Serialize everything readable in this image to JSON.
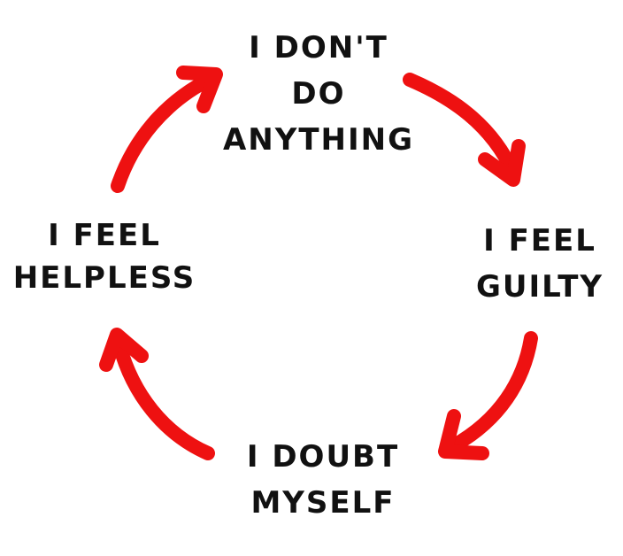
{
  "cycle": {
    "accent_color": "#ee1111",
    "text_color": "#111111",
    "nodes": {
      "top": {
        "line1": "I DON'T",
        "line2": "DO",
        "line3": "ANYTHING"
      },
      "right": {
        "line1": "I FEEL",
        "line2": "GUILTY"
      },
      "bottom": {
        "line1": "I DOUBT",
        "line2": "MYSELF"
      },
      "left": {
        "line1": "I FEEL",
        "line2": "HELPLESS"
      }
    },
    "arrows": [
      {
        "name": "arrow-top-to-right",
        "icon": "curved-arrow-icon"
      },
      {
        "name": "arrow-right-to-bottom",
        "icon": "curved-arrow-icon"
      },
      {
        "name": "arrow-bottom-to-left",
        "icon": "curved-arrow-icon"
      },
      {
        "name": "arrow-left-to-top",
        "icon": "curved-arrow-icon"
      }
    ]
  }
}
